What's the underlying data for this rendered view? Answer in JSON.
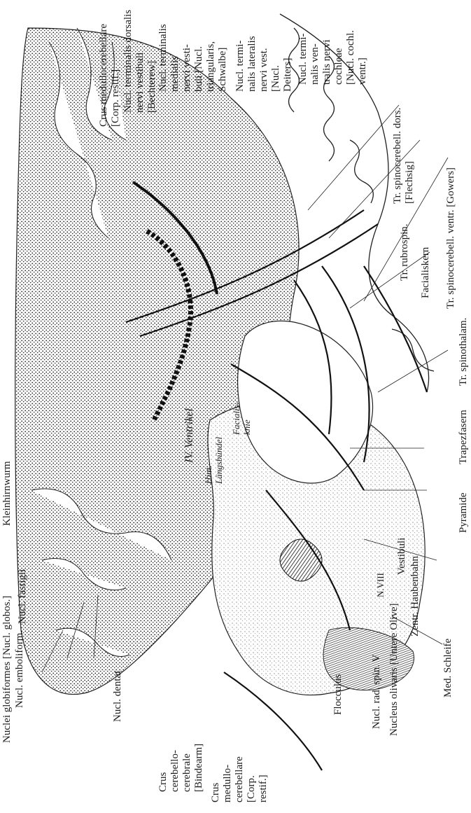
{
  "labels": {
    "kleinhirnwurm": "Kleinhirnwurm",
    "nucl_fastigii": "Nucl. fastigii",
    "nuclei_globiformes": "Nuclei globiformes [Nucl. globos.]",
    "nucl_emboliform": "Nucl. emboliform.",
    "nucl_dentat": "Nucl. dentat",
    "crus_cerebello_cerebrale": [
      "Crus",
      "cerebello-",
      "cerebrale",
      "[Bindearm]"
    ],
    "crus_medullo_cerebellare": [
      "Crus",
      "medullo-",
      "cerebellare",
      "[Corp.",
      "restif.]"
    ],
    "flocculus": "Flocculus",
    "nucl_rad_spin_v": "Nucl. rad. spin. V",
    "nucleus_olivaris": "Nucleus olivaris [Untere Olive]",
    "zentr_haubenbahn": "Zentr. Haubenbahn",
    "vestibuli": "Vestibuli",
    "n_viii": "N.VIII",
    "med_schleife": "Med. Schleife",
    "pyramide": "Pyramide",
    "trapezfasern": "Trapezfasern",
    "tr_spinothalam": "Tr. spinothalam.",
    "tr_spinocerebell_ventr": "Tr. spinocerebell. ventr. [Gowers]",
    "facialiskern": "Facialiskern",
    "tr_rubrospin": "Tr. rubrospin.",
    "iv_ventrikel": "IV. Ventrikel",
    "hint_laengsbuendel": [
      "Hint.",
      "Längsbündel"
    ],
    "facialis_knie": [
      "Facialis-",
      "knie"
    ],
    "tr_spinocerebell_dors": [
      "Tr. spinocerebell. dors.",
      "[Flechsig]"
    ],
    "crus_medullocerebellare_top": [
      "Crus medullocerebellare",
      "[Corp. restif.]"
    ],
    "nucl_terminalis_dorsalis": [
      "Nucl. terminalis dorsalis",
      "nervi vestibuli",
      "[Bechterew]"
    ],
    "nucl_terminalis_medialis": [
      "Nucl. terminalis",
      "medialis",
      "nervi vesti-",
      "buli [Nucl.",
      "triangularis,",
      "Schwalbe]"
    ],
    "nucl_terminalis_lateralis": [
      "Nucl. termi-",
      "nalis lateralis",
      "nervi vest.",
      "[Nucl.",
      "Deiters]"
    ],
    "nucl_terminalis_ventralis": [
      "Nucl. termi-",
      "nalis ven-",
      "tralis nervi",
      "cochleae",
      "[Nucl. cochl.",
      "ventr.]"
    ]
  },
  "colors": {
    "ink": "#1b1b1b",
    "shading_dark": "#2a2a2a",
    "shading_mid": "#8a8a8a",
    "paper": "#ffffff"
  }
}
